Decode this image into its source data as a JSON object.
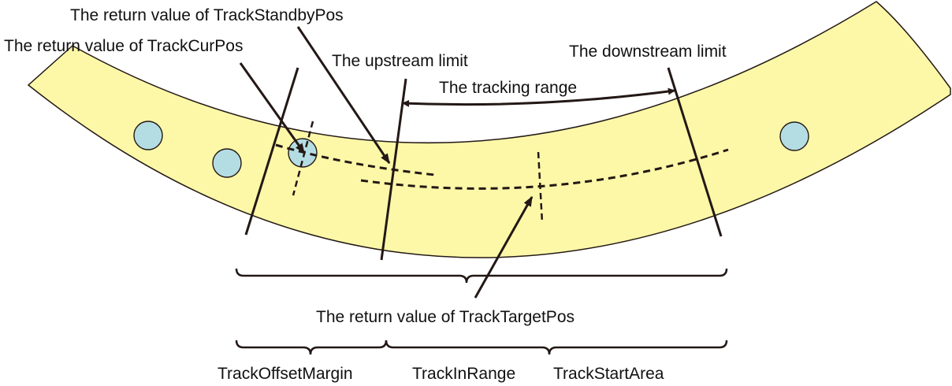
{
  "colors": {
    "band_fill": "#fdf8a8",
    "band_stroke": "#231815",
    "workpiece_fill": "#b4dde3",
    "ink": "#231815"
  },
  "labels": {
    "standby_pos": "The return value of TrackStandbyPos",
    "cur_pos": "The return value of TrackCurPos",
    "upstream_limit": "The upstream limit",
    "downstream_limit": "The downstream limit",
    "tracking_range": "The tracking range",
    "target_pos": "The return value of TrackTargetPos",
    "offset_margin": "TrackOffsetMargin",
    "in_range": "TrackInRange",
    "start_area": "TrackStartArea"
  }
}
